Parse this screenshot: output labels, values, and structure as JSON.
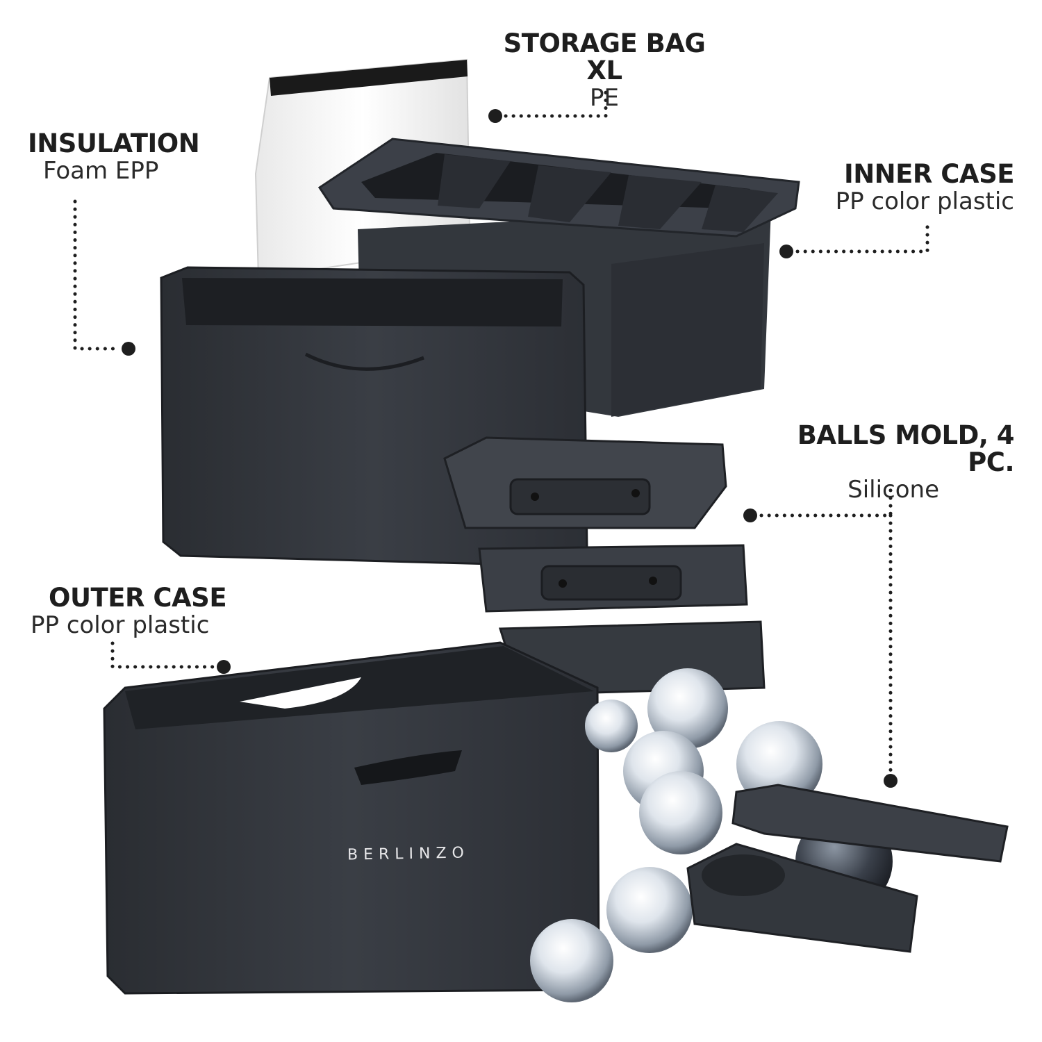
{
  "labels": {
    "storage_bag": {
      "title": "STORAGE BAG XL",
      "material": "PE"
    },
    "insulation": {
      "title": "INSULATION",
      "material": "Foam EPP"
    },
    "inner_case": {
      "title": "INNER CASE",
      "material": "PP color plastic"
    },
    "balls_mold": {
      "title": "BALLS MOLD, 4 PC.",
      "material": "Silicone"
    },
    "outer_case": {
      "title": "OUTER CASE",
      "material": "PP color plastic"
    }
  },
  "brand": "BERLINZO",
  "colors": {
    "background": "#ffffff",
    "product_dark": "#2e3136",
    "product_mid": "#3f434a",
    "bag": "#f4f4f4",
    "ice": "#c9d2dc",
    "leader_dot": "#1e1e1e"
  }
}
